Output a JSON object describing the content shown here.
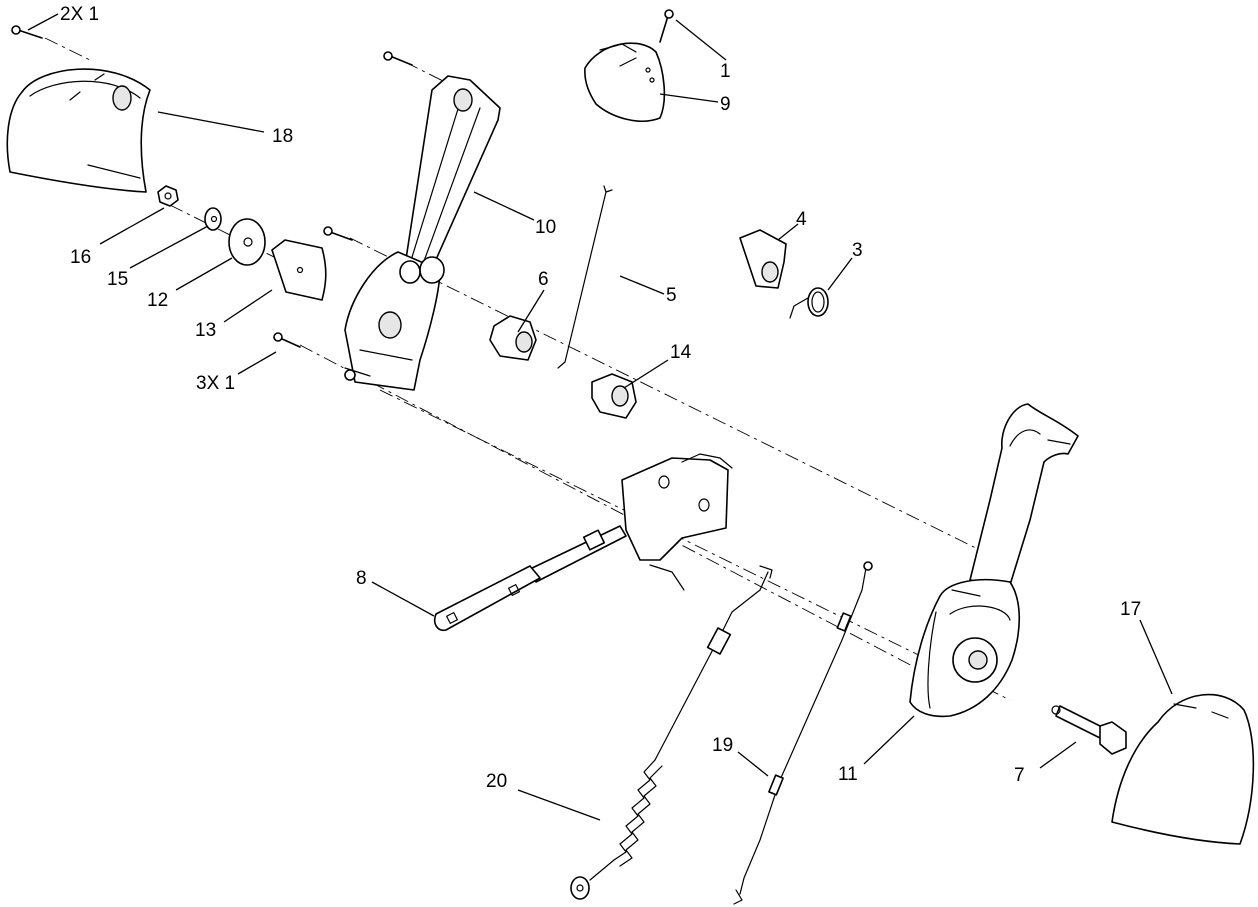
{
  "callouts": {
    "c1": "1",
    "c2x1": "2X 1",
    "c3": "3",
    "c3x1": "3X 1",
    "c4": "4",
    "c5": "5",
    "c6": "6",
    "c7": "7",
    "c8": "8",
    "c9": "9",
    "c10": "10",
    "c11": "11",
    "c12": "12",
    "c13": "13",
    "c14": "14",
    "c15": "15",
    "c16": "16",
    "c17": "17",
    "c18": "18",
    "c19": "19",
    "c20": "20"
  }
}
